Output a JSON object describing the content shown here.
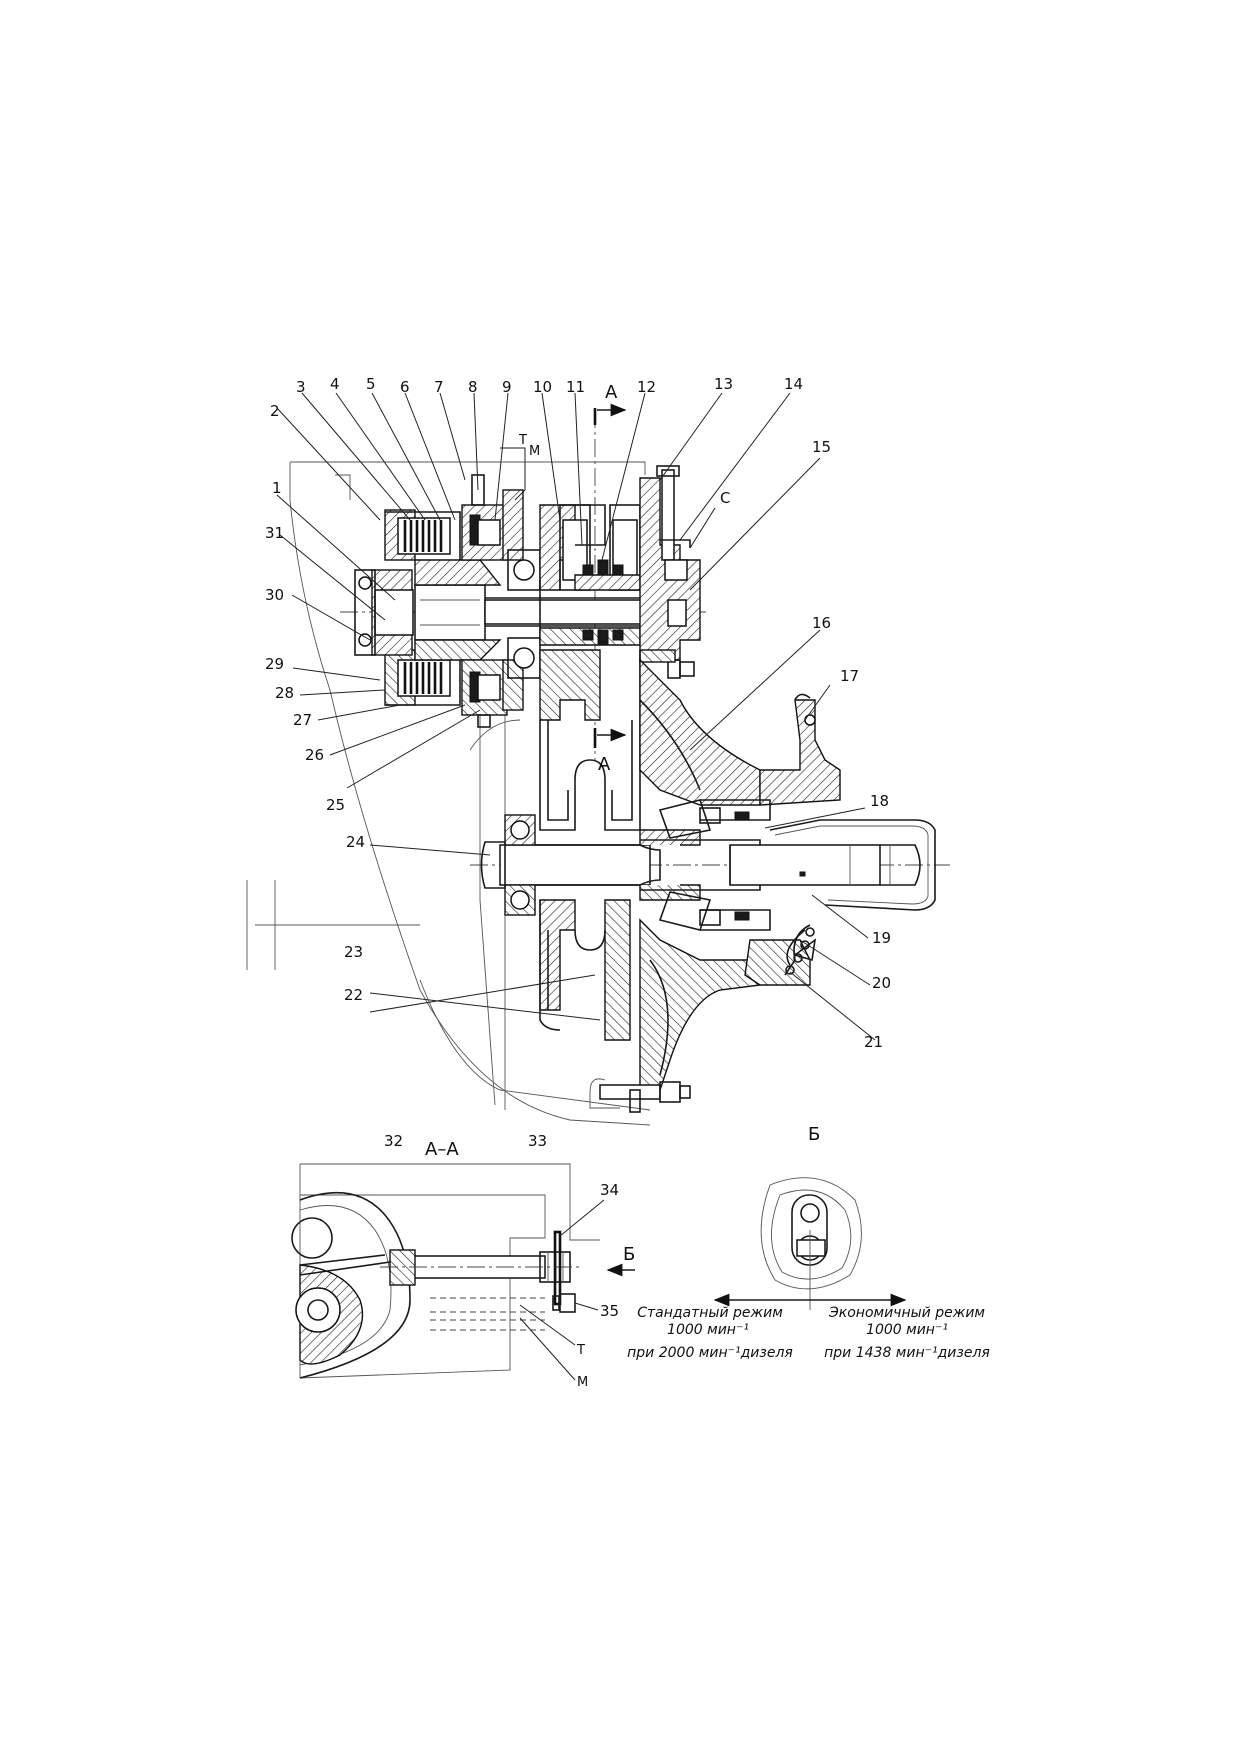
{
  "callouts": {
    "n1": "1",
    "n2": "2",
    "n3": "3",
    "n4": "4",
    "n5": "5",
    "n6": "6",
    "n7": "7",
    "n8": "8",
    "n9": "9",
    "n10": "10",
    "n11": "11",
    "n12": "12",
    "n13": "13",
    "n14": "14",
    "n15": "15",
    "n16": "16",
    "n17": "17",
    "n18": "18",
    "n19": "19",
    "n20": "20",
    "n21": "21",
    "n22": "22",
    "n23": "23",
    "n24": "24",
    "n25": "25",
    "n26": "26",
    "n27": "27",
    "n28": "28",
    "n29": "29",
    "n30": "30",
    "n31": "31",
    "n32": "32",
    "n33": "33",
    "n34": "34",
    "n35": "35"
  },
  "markers": {
    "section_a_top": "А",
    "section_a_bottom": "А",
    "label_t_top": "Т",
    "label_m_top": "М",
    "label_c": "С",
    "label_t_bottom": "Т",
    "label_m_bottom": "М",
    "view_b_arrow": "Б"
  },
  "section_aa": {
    "title": "А–А"
  },
  "view_b": {
    "title": "Б",
    "standard": {
      "line1": "Стандатный режим",
      "line2": "1000 мин⁻¹",
      "line3": "при 2000 мин⁻¹дизеля"
    },
    "economy": {
      "line1": "Экономичный режим",
      "line2": "1000 мин⁻¹",
      "line3": "при 1438 мин⁻¹дизеля"
    }
  }
}
